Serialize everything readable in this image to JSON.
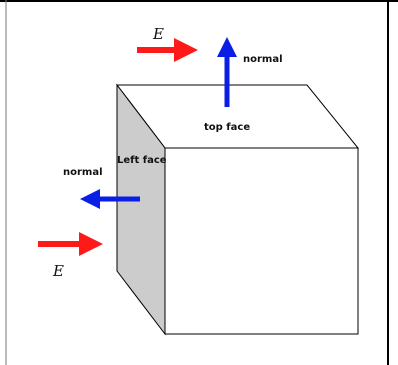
{
  "labels": {
    "field_symbol_top": "E",
    "field_symbol_left": "E",
    "normal_top": "normal",
    "normal_left": "normal",
    "top_face": "top face",
    "left_face": "Left face"
  },
  "colors": {
    "field_arrow": "#ff1a1a",
    "normal_arrow": "#0a1ee6",
    "left_face_fill": "#cccccc",
    "edge": "#000000",
    "frame": "#000000"
  }
}
